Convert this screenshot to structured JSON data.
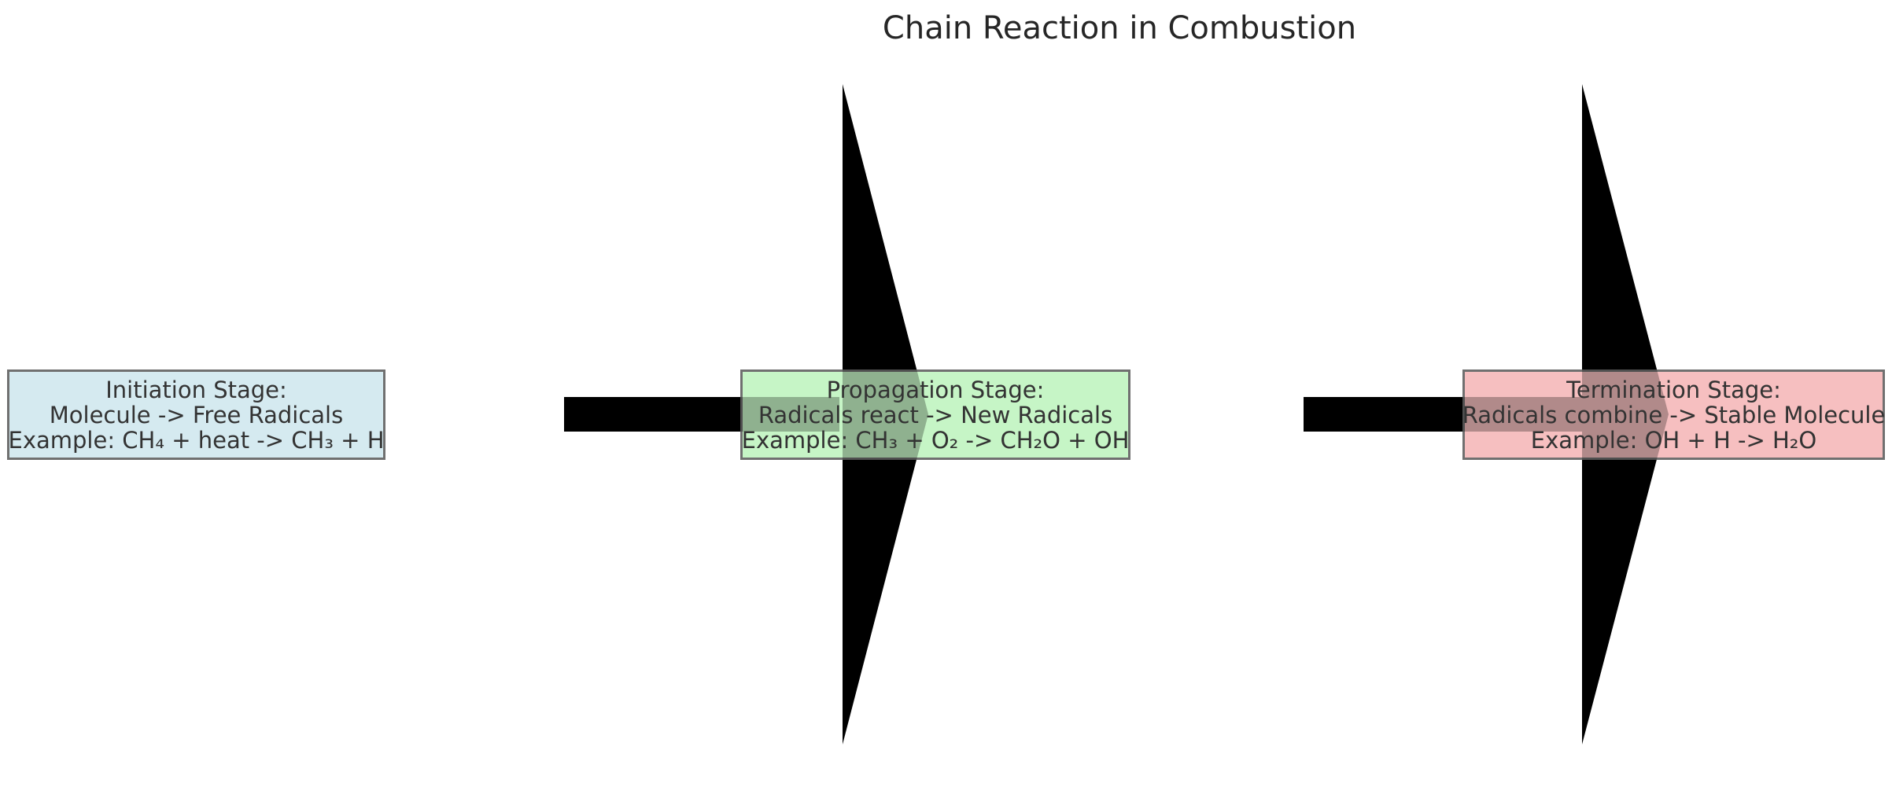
{
  "diagram": {
    "title": "Chain Reaction in Combustion",
    "stages": [
      {
        "heading": "Initiation Stage:",
        "description": "Molecule -> Free Radicals",
        "example": "Example: CH₄ + heat -> CH₃ + H",
        "color": "#d5eaf0"
      },
      {
        "heading": "Propagation Stage:",
        "description": "Radicals react -> New Radicals",
        "example": "Example: CH₃ + O₂ -> CH₂O + OH",
        "color": "#c6f5c6"
      },
      {
        "heading": "Termination Stage:",
        "description": "Radicals combine -> Stable Molecule",
        "example": "Example: OH + H -> H₂O",
        "color": "#f6bfc0"
      }
    ],
    "arrow_color": "#000000",
    "box_border_color": "#707070"
  }
}
